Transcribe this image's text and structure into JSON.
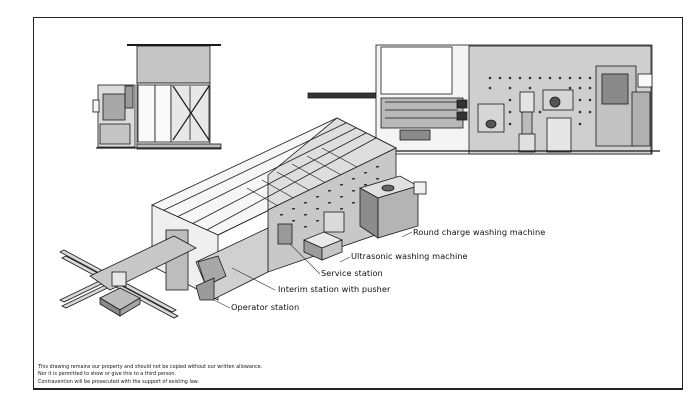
{
  "drawing": {
    "views": [
      {
        "name": "end-view",
        "description": "Side elevation of plant end"
      },
      {
        "name": "side-view",
        "description": "Long side elevation of plant"
      },
      {
        "name": "isometric-view",
        "description": "3D isometric view of washing line"
      }
    ],
    "callouts": [
      {
        "id": "round-charge",
        "label": "Round charge washing machine"
      },
      {
        "id": "ultrasonic",
        "label": "Ultrasonic washing machine"
      },
      {
        "id": "service",
        "label": "Service station"
      },
      {
        "id": "interim",
        "label": "Interim station with pusher"
      },
      {
        "id": "operator",
        "label": "Operator station"
      }
    ]
  },
  "footer": {
    "lines": [
      "This drawing remains our property and should not be copied without our written allowance.",
      "Nor it is permitted to show or give this to a third person.",
      "Contravention will be prosecuted with the support of existing law."
    ]
  },
  "colors": {
    "line": "#1a1a1a",
    "panel": "#c8c8c8",
    "panel_dark": "#8a8a8a",
    "panel_light": "#e4e4e4"
  }
}
